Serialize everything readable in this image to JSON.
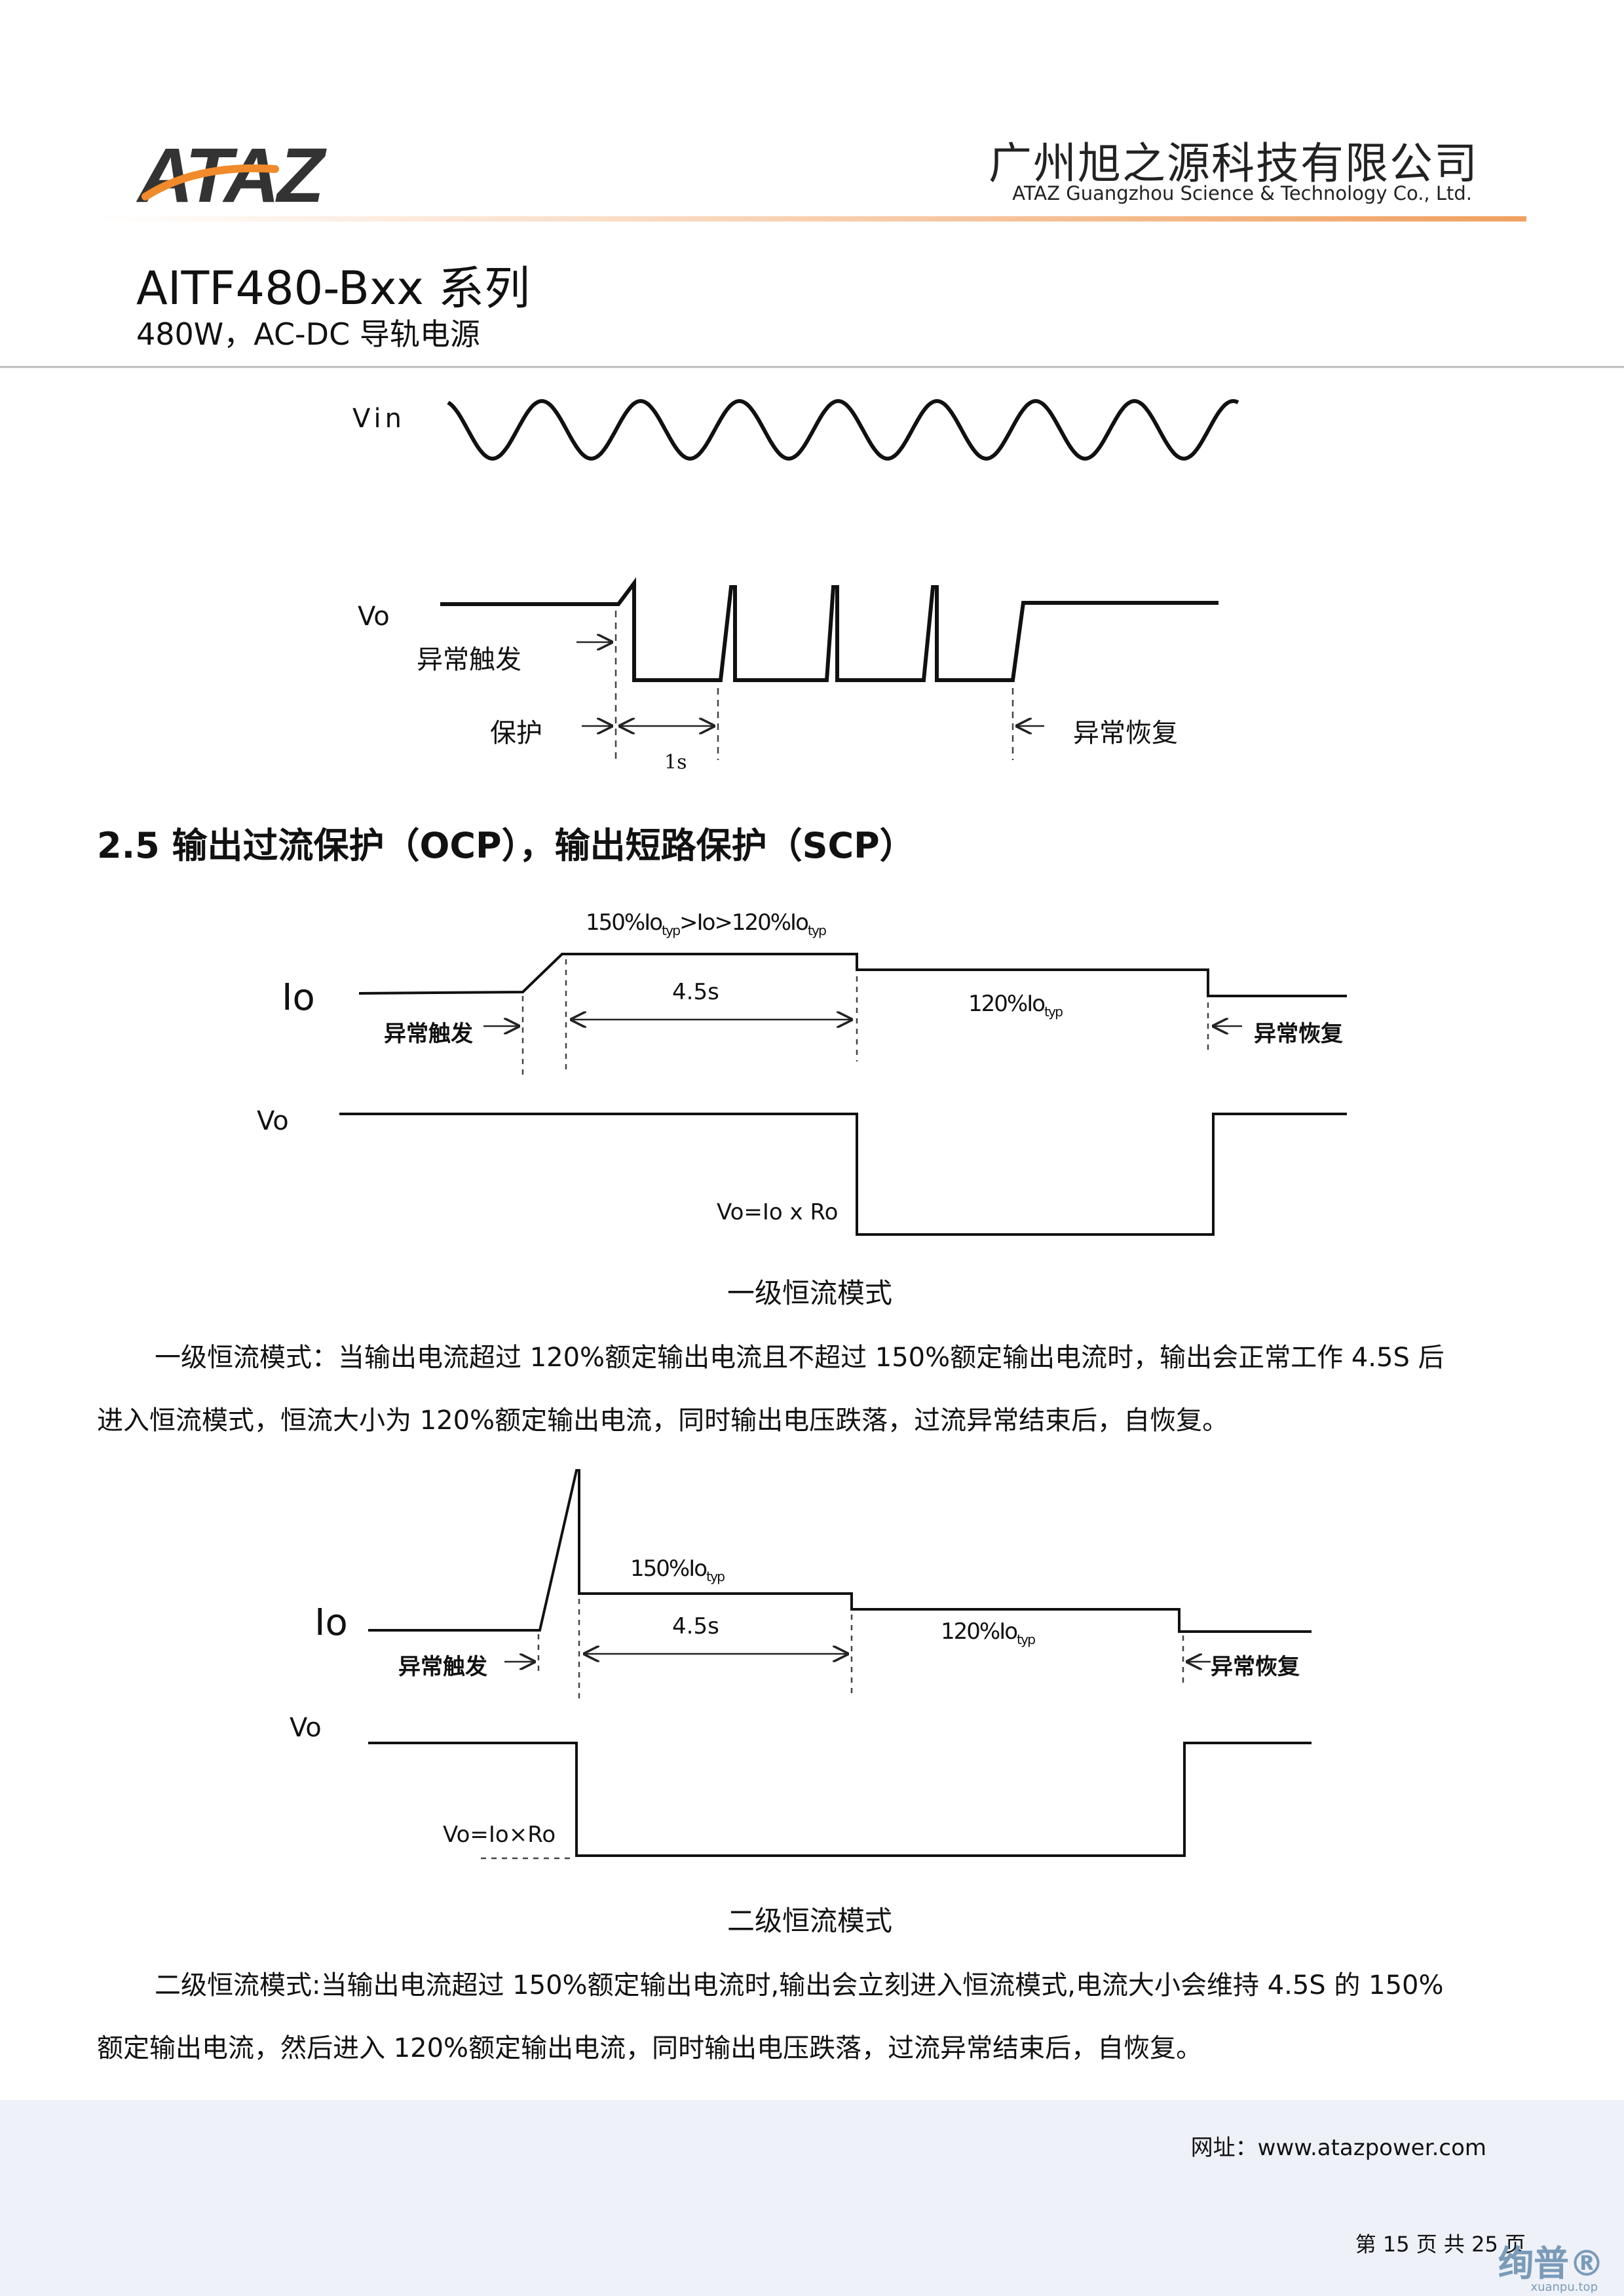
{
  "header": {
    "logo": "ATAZ",
    "company_cn": "广州旭之源科技有限公司",
    "company_en": "ATAZ Guangzhou Science & Technology Co., Ltd.",
    "product_title": "AITF480-Bxx 系列",
    "product_subtitle": "480W，AC-DC 导轨电源",
    "accent_color": "#f0a060"
  },
  "diagram1": {
    "vin": "Vin",
    "vo": "Vo",
    "trigger": "异常触发",
    "protect": "保护",
    "one_sec": "1s",
    "recover": "异常恢复"
  },
  "section": {
    "title": "2.5 输出过流保护（OCP），输出短路保护（SCP）"
  },
  "diagram2": {
    "top_label_pre": "150%Io",
    "top_label_sub1": "typ",
    "top_label_mid": ">Io>120%Io",
    "top_label_sub2": "typ",
    "io": "Io",
    "trigger": "异常触发",
    "t45": "4.5s",
    "level_pre": "120%Io",
    "level_sub": "typ",
    "recover": "异常恢复",
    "vo": "Vo",
    "vo_eq": "Vo=Io x Ro",
    "caption": "一级恒流模式"
  },
  "para1": {
    "line1": "一级恒流模式：当输出电流超过 120%额定输出电流且不超过 150%额定输出电流时，输出会正常工作 4.5S 后",
    "line2": "进入恒流模式，恒流大小为 120%额定输出电流，同时输出电压跌落，过流异常结束后，自恢复。"
  },
  "diagram3": {
    "level1_pre": "150%Io",
    "level1_sub": "typ",
    "io": "Io",
    "trigger": "异常触发",
    "t45": "4.5s",
    "level2_pre": "120%Io",
    "level2_sub": "typ",
    "recover": "异常恢复",
    "vo": "Vo",
    "vo_eq": "Vo=Io×Ro",
    "caption": "二级恒流模式"
  },
  "para2": {
    "line1": "二级恒流模式:当输出电流超过 150%额定输出电流时,输出会立刻进入恒流模式,电流大小会维持 4.5S 的 150%",
    "line2": "额定输出电流，然后进入 120%额定输出电流，同时输出电压跌落，过流异常结束后，自恢复。"
  },
  "footer": {
    "website": "网址：www.atazpower.com",
    "page": "第 15 页 共 25 页",
    "watermark": "绚普®",
    "watermark_sub": "xuanpu.top"
  }
}
